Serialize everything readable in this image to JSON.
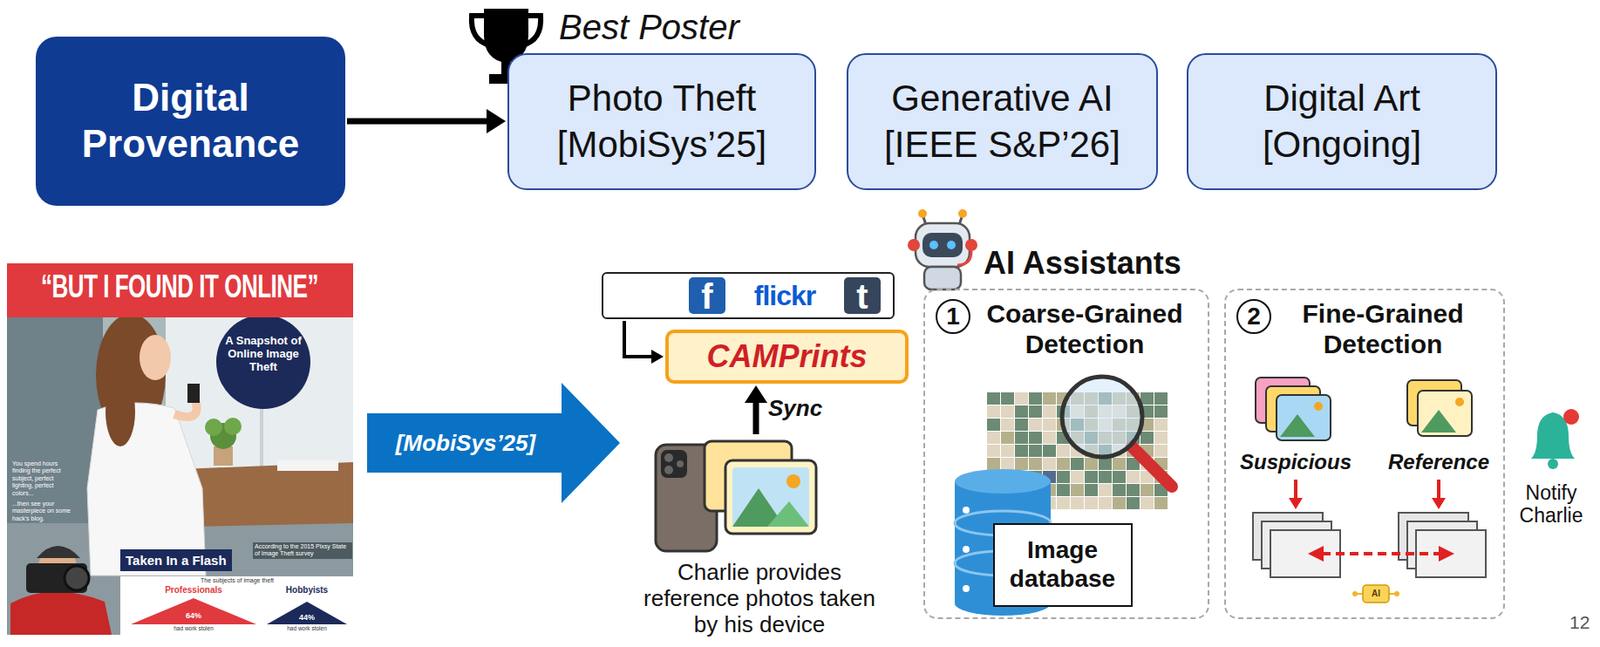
{
  "diagram": {
    "nodes": [
      {
        "text": [
          "Digital Provenance"
        ]
      },
      {
        "text": [
          "Photo Theft",
          "[MobiSys’25]"
        ]
      },
      {
        "text": [
          "Generative AI",
          "[IEEE S&P’26]"
        ]
      },
      {
        "text": [
          "Digital Art",
          "[Ongoing]"
        ]
      },
      {
        "text": [
          "[MobiSys’25]"
        ]
      },
      {
        "text": [
          "f",
          "flickr",
          "t"
        ]
      },
      {
        "text": [
          "CAMPrints"
        ]
      },
      {
        "text": [
          "Charlie provides reference photos taken by his device"
        ]
      },
      {
        "text": [
          "1",
          "Coarse-Grained Detection"
        ]
      },
      {
        "text": [
          "Image database"
        ],
        "in": 8
      },
      {
        "text": [
          "2",
          "Fine-Grained Detection"
        ]
      }
    ],
    "edges": [
      {
        "from": 0,
        "to": 1,
        "arrow": "to"
      },
      {
        "from": 5,
        "to": 6,
        "arrow": "to"
      },
      {
        "from": 7,
        "to": 6,
        "label": "Sync",
        "arrow": "to"
      }
    ],
    "labels": [
      "Best Poster",
      "“BUT I FOUND IT ONLINE”",
      "A Snapshot of Online Image Theft",
      "You spend hours finding the perfect subject, perfect lighting, perfect colors...",
      "...then see your masterpiece on some hack's blog.",
      "Taken In a Flash",
      "According to the 2015 Pixsy State of Image Theft survey",
      "The subjects of image theft",
      "Professionals",
      "Hobbyists",
      "64%",
      "44%",
      "had work stolen",
      "had work stolen",
      "AI Assistants",
      "Suspicious",
      "Reference",
      "AI",
      "Notify Charlie",
      "12"
    ]
  }
}
